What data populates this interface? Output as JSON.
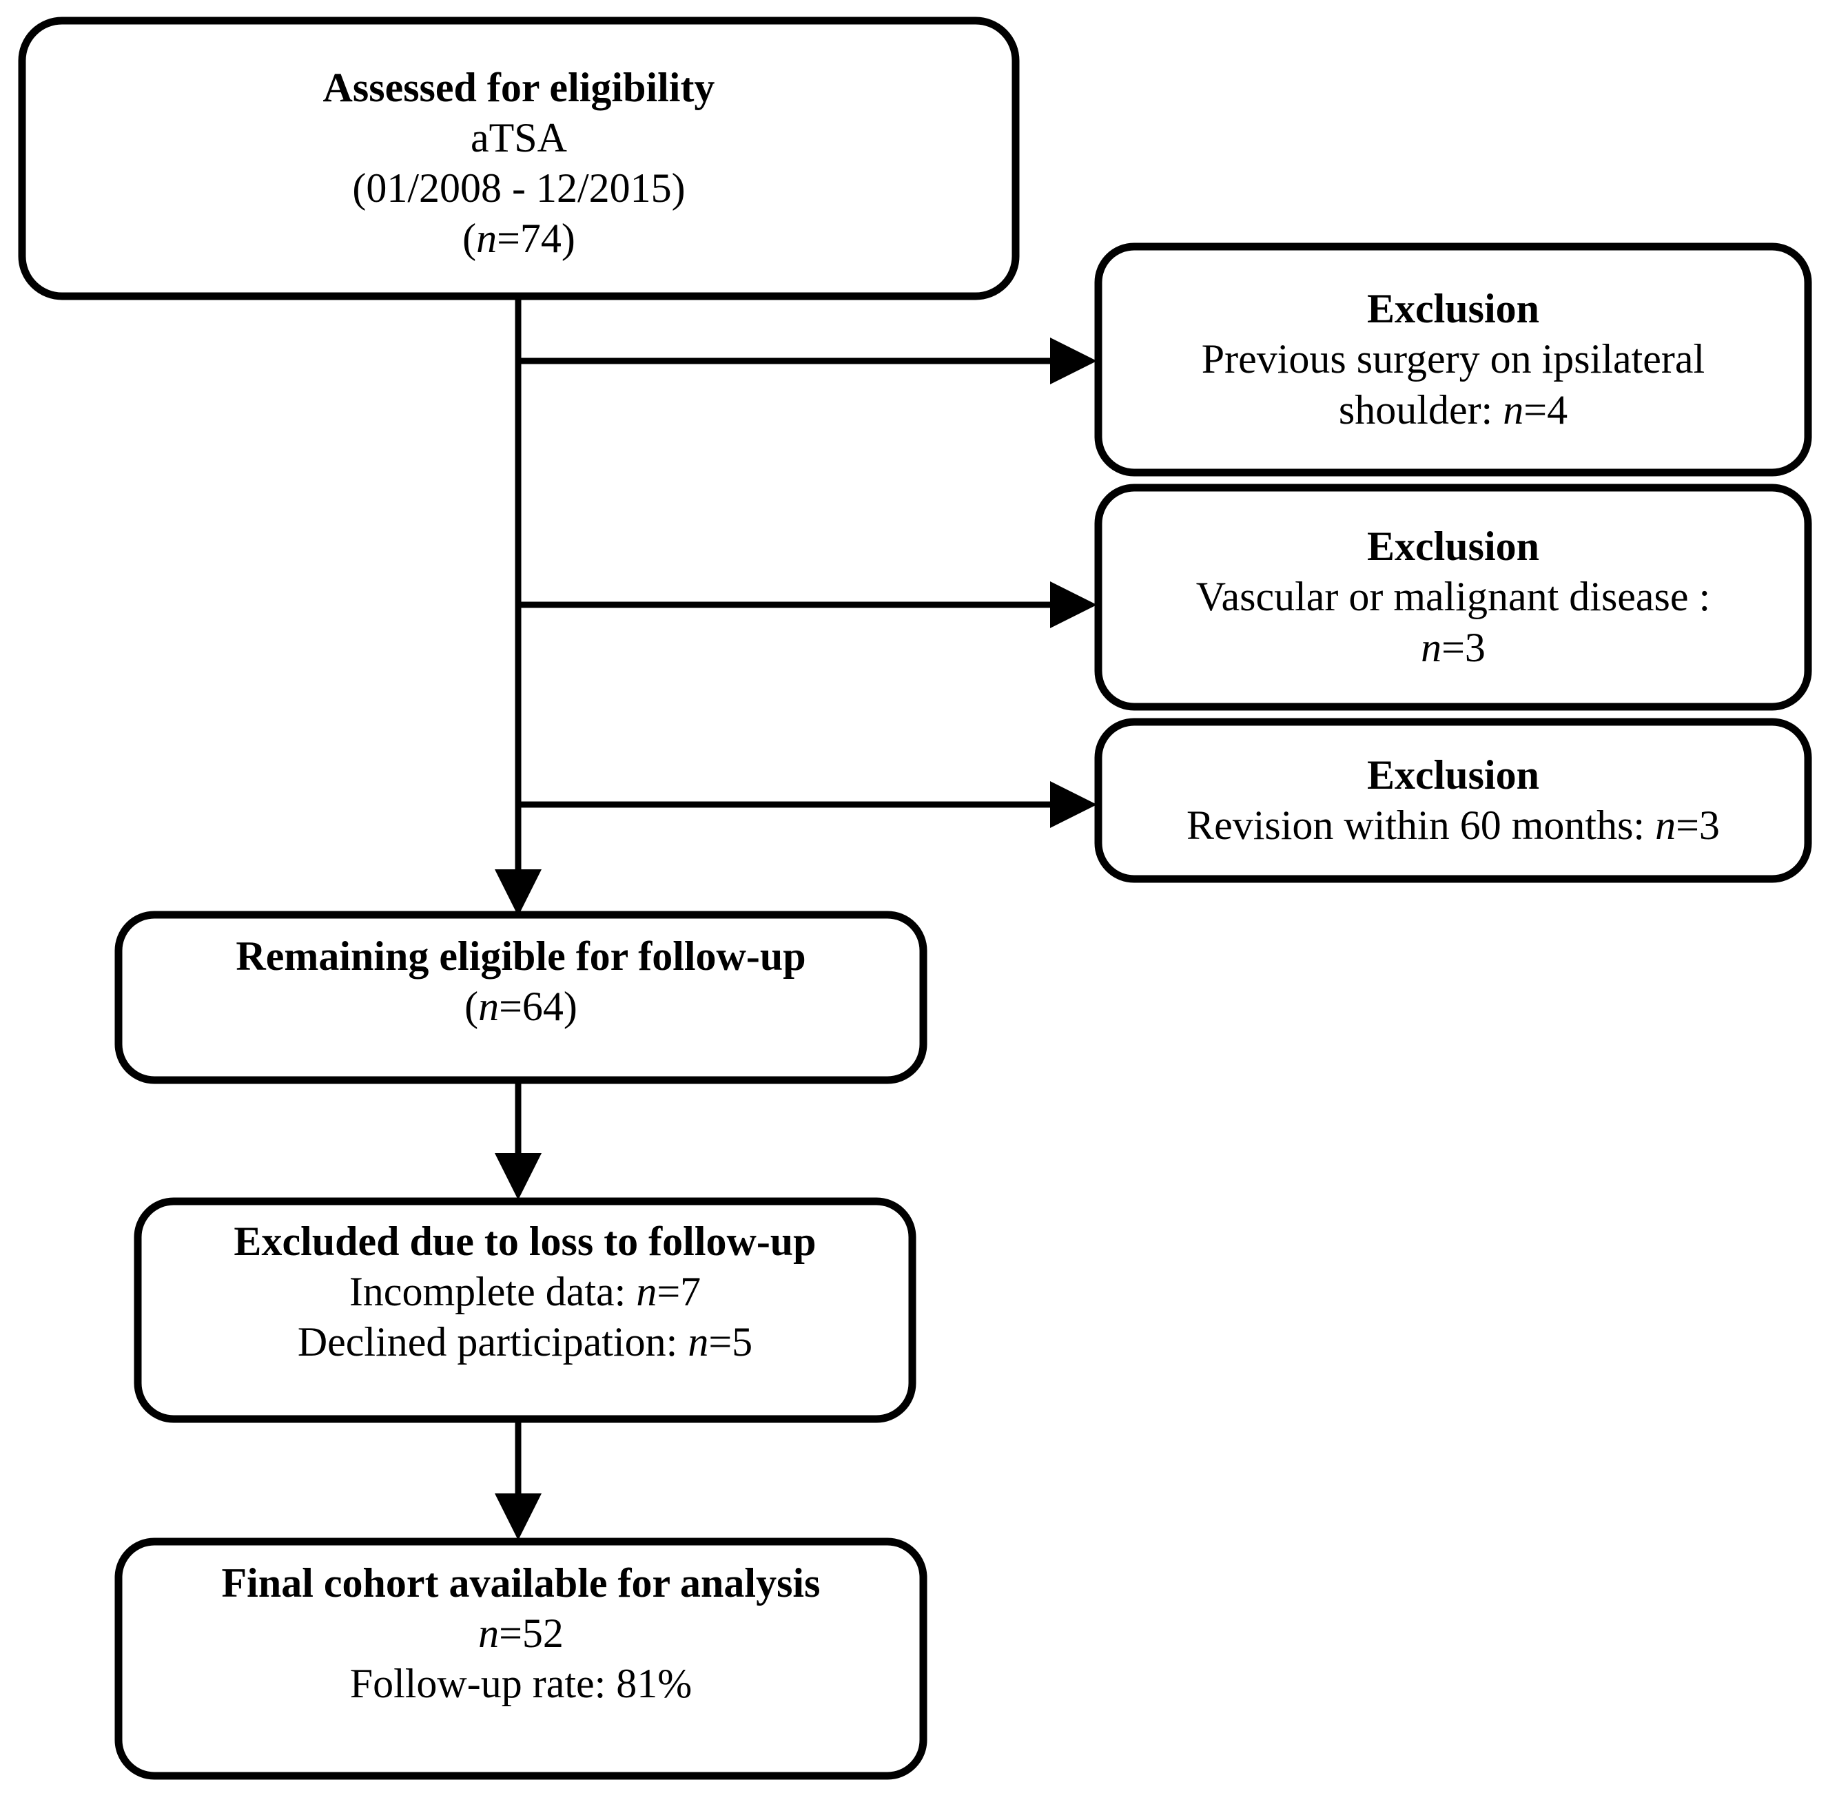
{
  "diagram": {
    "type": "patient-flow-diagram",
    "title": "Study enrollment flow diagram",
    "ink_color": "#000000",
    "background_color": "#ffffff"
  },
  "nodes": {
    "assessed": {
      "name": "assessed-for-eligibility",
      "lines": [
        {
          "text": "Assessed for eligibility",
          "bold": true
        },
        {
          "text": "aTSA",
          "bold": false
        },
        {
          "text": "(01/2008 - 12/2015)",
          "bold": false
        },
        {
          "text": "(n=74)",
          "bold": false,
          "italic_prefix": "n"
        }
      ],
      "count": 74,
      "period_start": "01/2008",
      "period_end": "12/2015",
      "procedure": "aTSA"
    },
    "exclusion_1": {
      "name": "exclusion-previous-surgery",
      "lines": [
        {
          "text": "Exclusion",
          "bold": true
        },
        {
          "text": "Previous surgery on ipsilateral",
          "bold": false
        },
        {
          "text": "shoulder: n=4",
          "bold": false
        }
      ],
      "reason": "Previous surgery on ipsilateral shoulder",
      "count": 4
    },
    "exclusion_2": {
      "name": "exclusion-vascular-malignant",
      "lines": [
        {
          "text": "Exclusion",
          "bold": true
        },
        {
          "text": "Vascular or malignant disease :",
          "bold": false
        },
        {
          "text": "n=3",
          "bold": false
        }
      ],
      "reason": "Vascular or malignant disease",
      "count": 3
    },
    "exclusion_3": {
      "name": "exclusion-revision-60-months",
      "lines": [
        {
          "text": "Exclusion",
          "bold": true
        },
        {
          "text": "Revision within 60 months: n=3",
          "bold": false
        }
      ],
      "reason": "Revision within 60 months",
      "count": 3
    },
    "remaining": {
      "name": "remaining-eligible-for-follow-up",
      "lines": [
        {
          "text": "Remaining eligible for follow-up",
          "bold": true
        },
        {
          "text": "(n=64)",
          "bold": false
        }
      ],
      "count": 64
    },
    "lost": {
      "name": "excluded-loss-to-follow-up",
      "lines": [
        {
          "text": "Excluded due to loss to follow-up",
          "bold": true
        },
        {
          "text": "Incomplete data: n=7",
          "bold": false
        },
        {
          "text": "Declined participation: n=5",
          "bold": false
        }
      ],
      "incomplete_data": 7,
      "declined_participation": 5
    },
    "final": {
      "name": "final-cohort-available-for-analysis",
      "lines": [
        {
          "text": "Final cohort available for analysis",
          "bold": true
        },
        {
          "text": "n=52",
          "bold": false
        },
        {
          "text": "Follow-up rate: 81%",
          "bold": false
        }
      ],
      "count": 52,
      "follow_up_rate": "81%"
    }
  },
  "connectors": [
    {
      "name": "assessed-to-exclusion-1",
      "from": "assessed",
      "to": "exclusion_1",
      "direction": "right"
    },
    {
      "name": "assessed-to-exclusion-2",
      "from": "assessed",
      "to": "exclusion_2",
      "direction": "right"
    },
    {
      "name": "assessed-to-exclusion-3",
      "from": "assessed",
      "to": "exclusion_3",
      "direction": "right"
    },
    {
      "name": "assessed-to-remaining",
      "from": "assessed",
      "to": "remaining",
      "direction": "down"
    },
    {
      "name": "remaining-to-lost",
      "from": "remaining",
      "to": "lost",
      "direction": "down"
    },
    {
      "name": "lost-to-final",
      "from": "lost",
      "to": "final",
      "direction": "down"
    }
  ]
}
